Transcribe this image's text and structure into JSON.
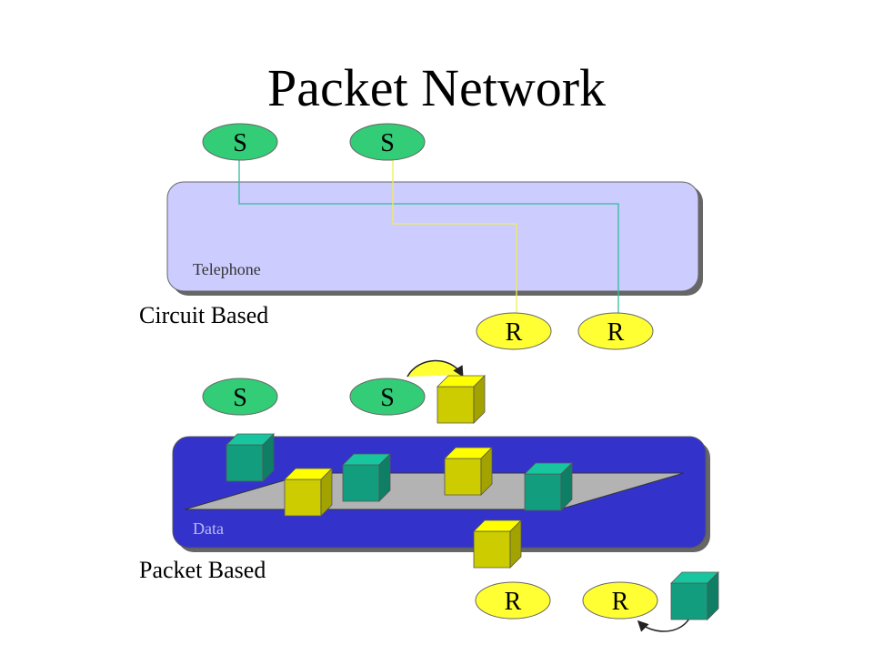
{
  "slide": {
    "title": "Packet Network"
  },
  "circuit": {
    "network_label": "Telephone",
    "caption": "Circuit Based",
    "sender_labels": [
      "S",
      "S"
    ],
    "receiver_labels": [
      "R",
      "R"
    ],
    "box_fill": "#ccccff",
    "sender_fill": "#33cc77",
    "receiver_fill": "#ffff33",
    "path_colors": [
      "#33bb99",
      "#eeee55"
    ]
  },
  "packet": {
    "network_label": "Data",
    "caption": "Packet Based",
    "sender_labels": [
      "S",
      "S"
    ],
    "receiver_labels": [
      "R",
      "R"
    ],
    "box_fill": "#3333cc",
    "plane_fill": "#b3b3b3",
    "green_packet": "#129e7e",
    "yellow_packet": "#cccc00"
  }
}
